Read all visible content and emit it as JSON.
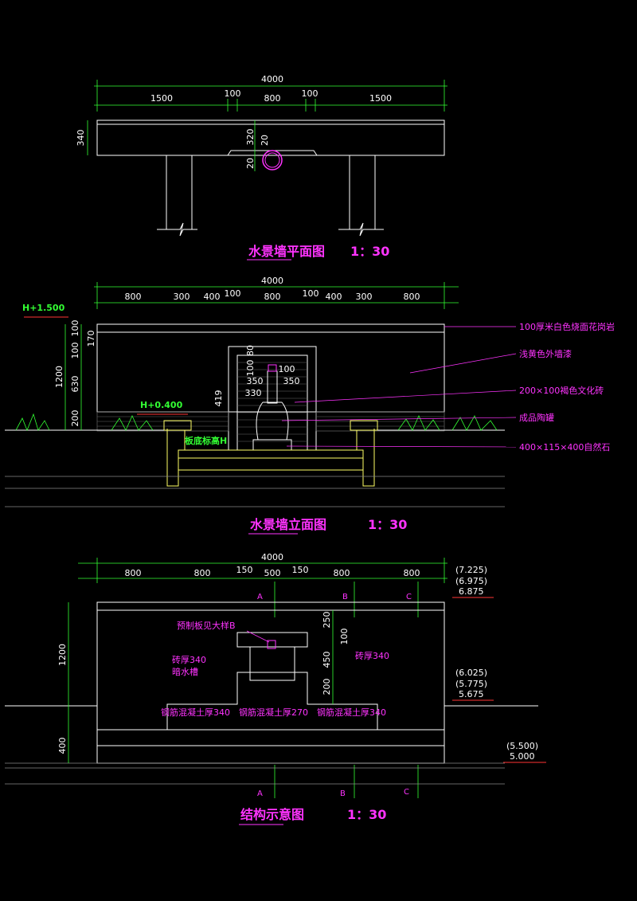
{
  "plan": {
    "title": "水景墙平面图",
    "scale": "1：30",
    "dims_top": {
      "total": "4000",
      "d1": "1500",
      "d2": "100",
      "d3": "800",
      "d4": "100",
      "d5": "1500"
    },
    "dims_side": {
      "depth": "340",
      "a": "320",
      "b": "20",
      "c": "20"
    }
  },
  "elevation": {
    "title": "水景墙立面图",
    "scale": "1：30",
    "dims_top": {
      "total": "4000",
      "d1": "800",
      "d2": "300",
      "d3": "400",
      "d4": "100",
      "d5": "800",
      "d6": "100",
      "d7": "400",
      "d8": "300",
      "d9": "800"
    },
    "dims_left": {
      "h_total": "1200",
      "h1": "100",
      "h2": "100",
      "h3": "630",
      "h4": "200",
      "h5": "170"
    },
    "dims_inner": {
      "a": "80",
      "b": "100",
      "c": "100",
      "d": "350",
      "e": "350",
      "f": "330",
      "g": "419"
    },
    "levels": {
      "top": "H+1.500",
      "mid": "H+0.400",
      "pool": "板底标高H"
    },
    "callouts": [
      "100厚米白色烧面花岗岩",
      "浅黄色外墙漆",
      "200×100褐色文化砖",
      "成品陶罐",
      "400×115×400自然石"
    ]
  },
  "structure": {
    "title": "结构示意图",
    "scale": "1：30",
    "dims_top": {
      "total": "4000",
      "d1": "800",
      "d2": "800",
      "d3": "150",
      "d4": "500",
      "d5": "150",
      "d6": "800",
      "d7": "800"
    },
    "dims_left": {
      "h1": "1200",
      "h2": "400"
    },
    "dims_inner": {
      "a": "250",
      "b": "100",
      "c": "450",
      "d": "200"
    },
    "axes": [
      "A",
      "B",
      "C"
    ],
    "levels_right": {
      "l1": "(7.225)",
      "l2": "(6.975)",
      "l3": "6.875",
      "l4": "(6.025)",
      "l5": "(5.775)",
      "l6": "5.675",
      "l7": "(5.500)",
      "l8": "5.000"
    },
    "labels": {
      "precast": "预制板见大样B",
      "brick_left": "砖厚340",
      "gutter": "暗水槽",
      "brick_right": "砖厚340",
      "conc1": "钢筋混凝土厚340",
      "conc2": "钢筋混凝土厚270",
      "conc3": "钢筋混凝土厚340"
    }
  }
}
